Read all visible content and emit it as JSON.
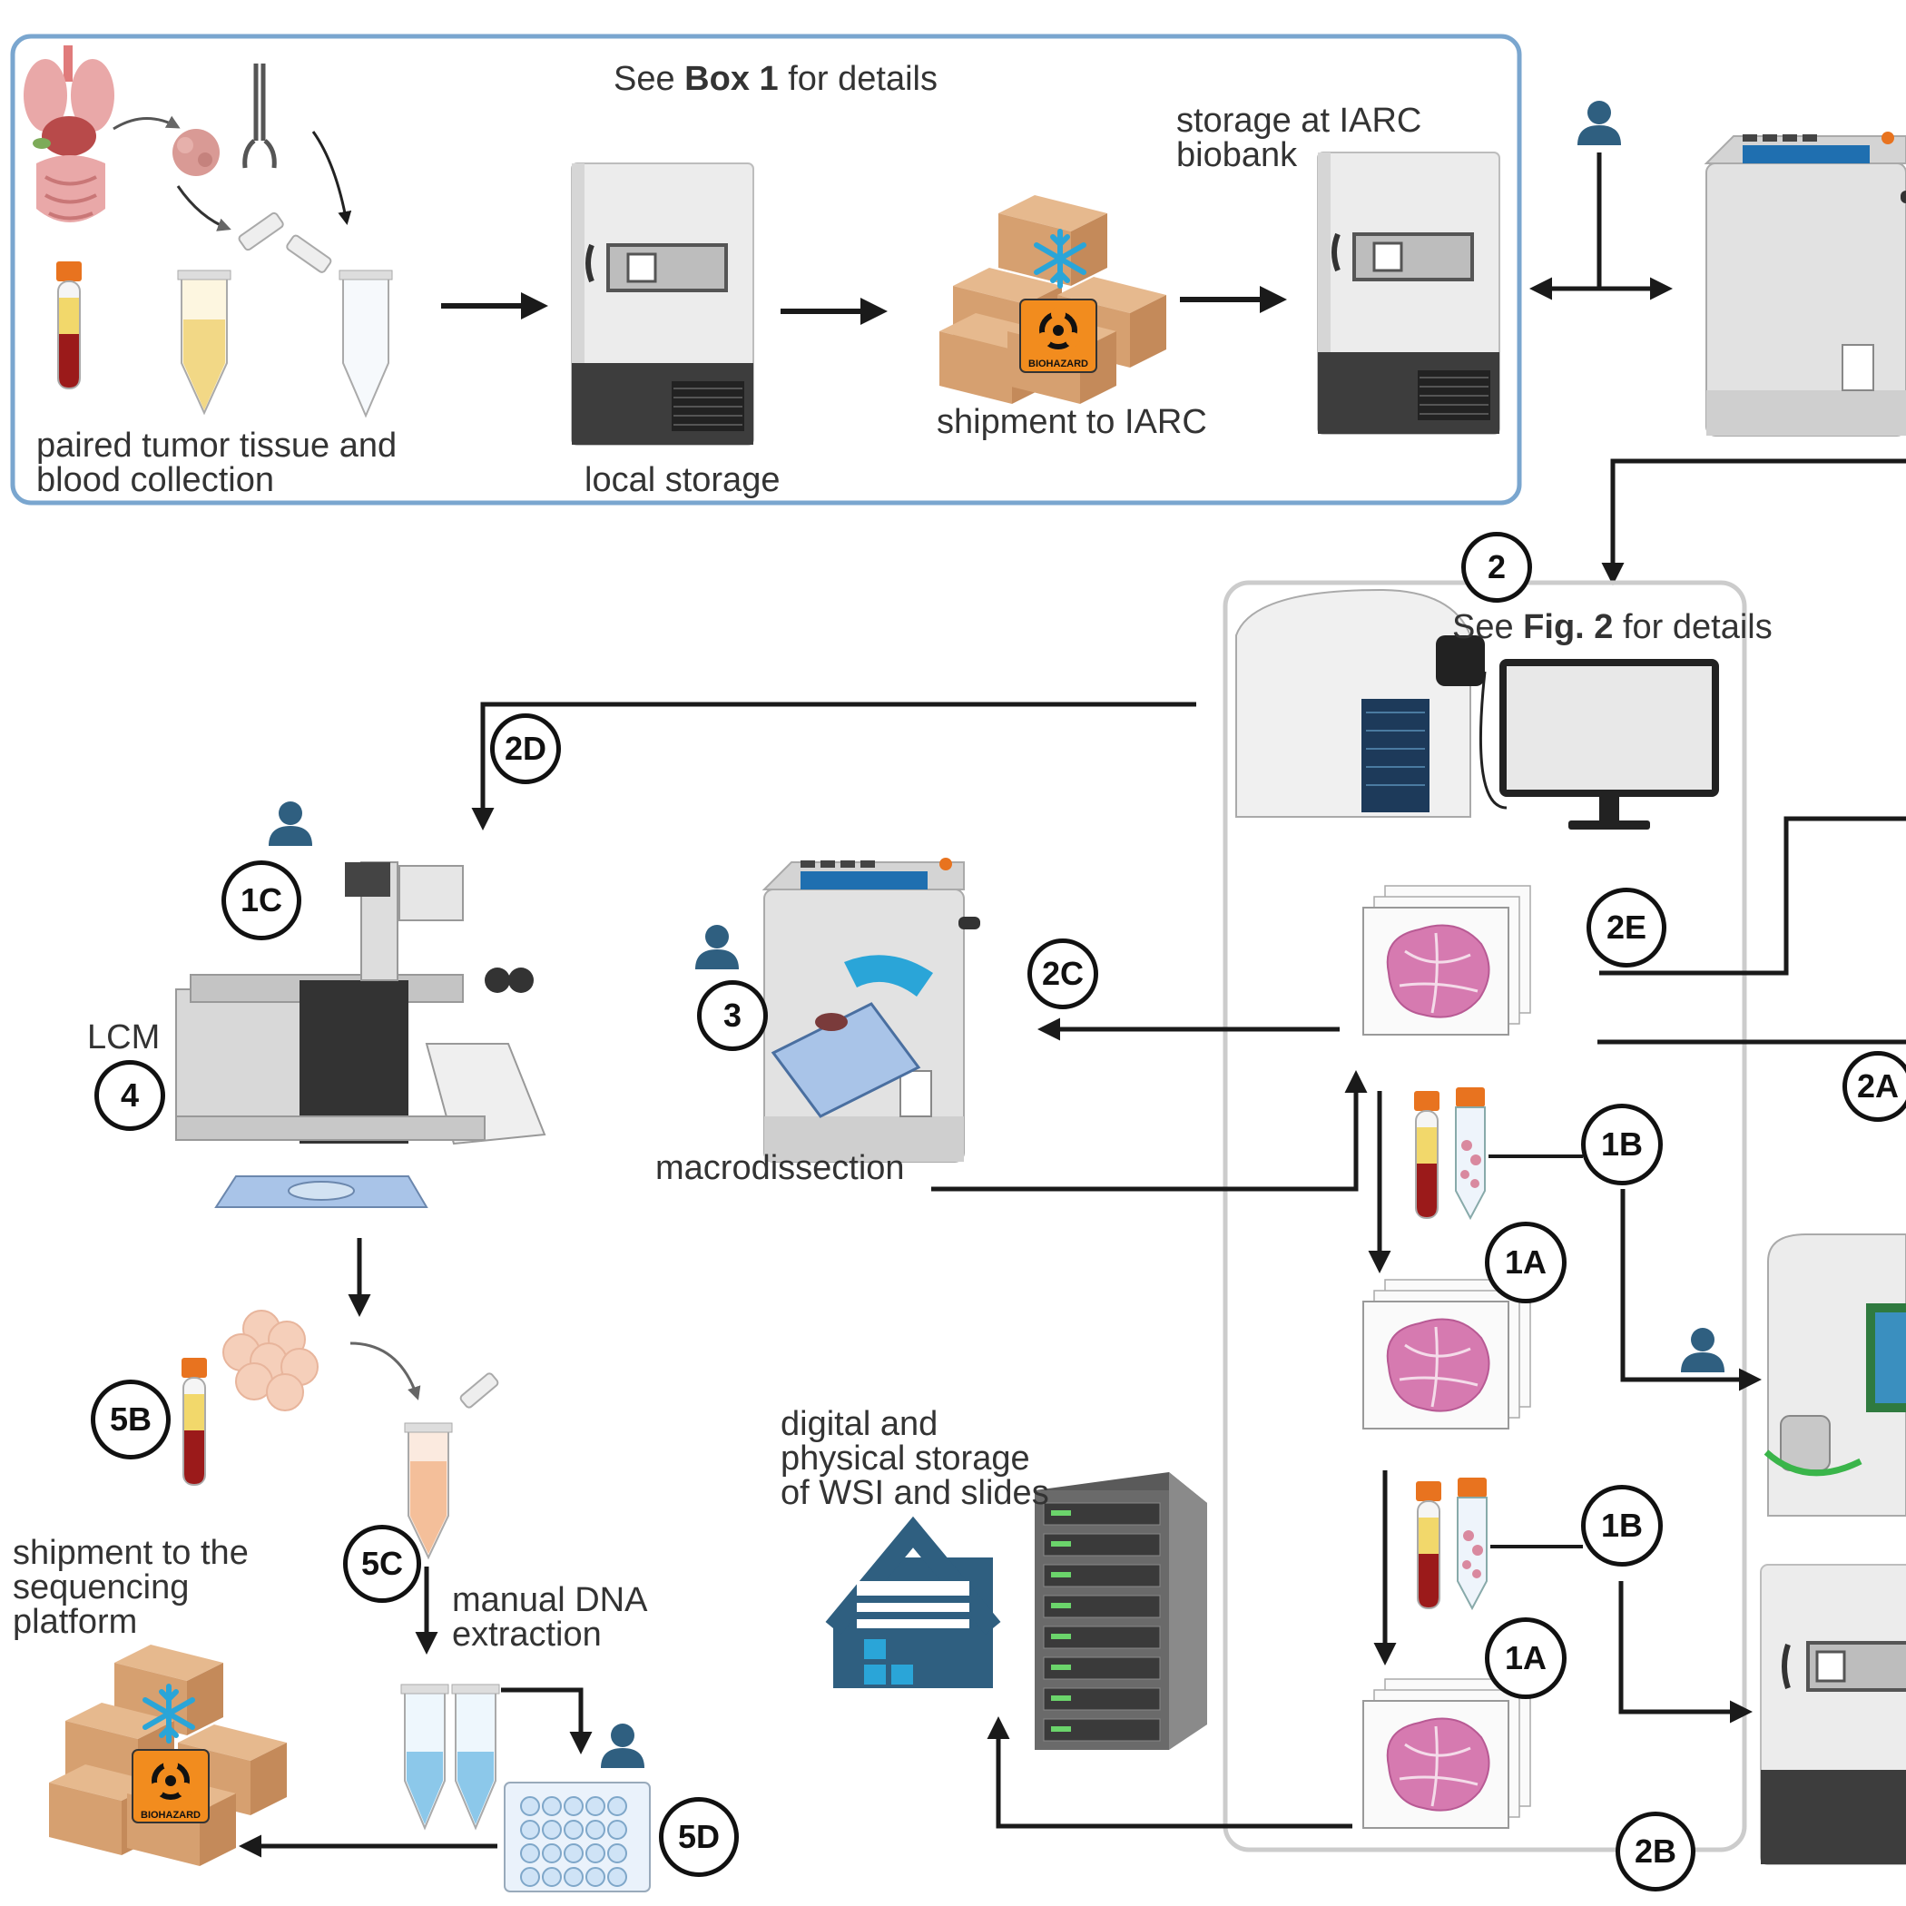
{
  "colors": {
    "box1_border": "#7aa6cf",
    "fig2_border": "#cccccc",
    "arrow": "#1a1a1a",
    "person": "#2f5f80",
    "tissue_pink": "#d67ab0",
    "freezer_body": "#e8e8e8",
    "freezer_base": "#3d3d3d",
    "box_cardboard": "#d9a577",
    "biohazard": "#f28c1e",
    "snowflake": "#2aa5d8",
    "blood_red": "#9b1a1a",
    "tube_cap": "#e8731f"
  },
  "box1": {
    "header_prefix": "See ",
    "header_bold": "Box 1",
    "header_suffix": " for details",
    "collection_label": "paired tumor tissue and\nblood collection",
    "local_storage_label": "local storage",
    "shipment_label": "shipment to IARC",
    "biobank_label": "storage at IARC\nbiobank",
    "biohazard_text": "BIOHAZARD"
  },
  "fig2": {
    "header_prefix": "See ",
    "header_bold": "Fig. 2",
    "header_suffix": " for details"
  },
  "labels": {
    "lcm": "LCM",
    "macrodissection": "macrodissection",
    "storage_wsi": "digital and\nphysical storage\nof WSI and slides",
    "shipment_seq": "shipment to the\nsequencing\nplatform",
    "manual_dna": "manual DNA\nextraction",
    "biohazard_text": "BIOHAZARD"
  },
  "steps": {
    "s2": "2",
    "s2d": "2D",
    "s1c": "1C",
    "s4": "4",
    "s3": "3",
    "s2c": "2C",
    "s2e": "2E",
    "s2a": "2A",
    "s1b_top": "1B",
    "s1a_top": "1A",
    "s1b_bottom": "1B",
    "s1a_bottom": "1A",
    "s2b": "2B",
    "s5b": "5B",
    "s5c": "5C",
    "s5d": "5D"
  },
  "icons": [
    "organs-icon",
    "tissue-icon",
    "forceps-icon",
    "blood-tube-icon",
    "sample-tube-icon",
    "freezer-icon",
    "shipment-boxes-icon",
    "snowflake-icon",
    "biohazard-icon",
    "person-icon",
    "cryostat-icon",
    "slide-scanner-icon",
    "monitor-icon",
    "tissue-slide-icon",
    "microscope-icon",
    "cells-icon",
    "well-plate-icon",
    "server-rack-icon",
    "warehouse-icon",
    "sequencer-icon"
  ]
}
